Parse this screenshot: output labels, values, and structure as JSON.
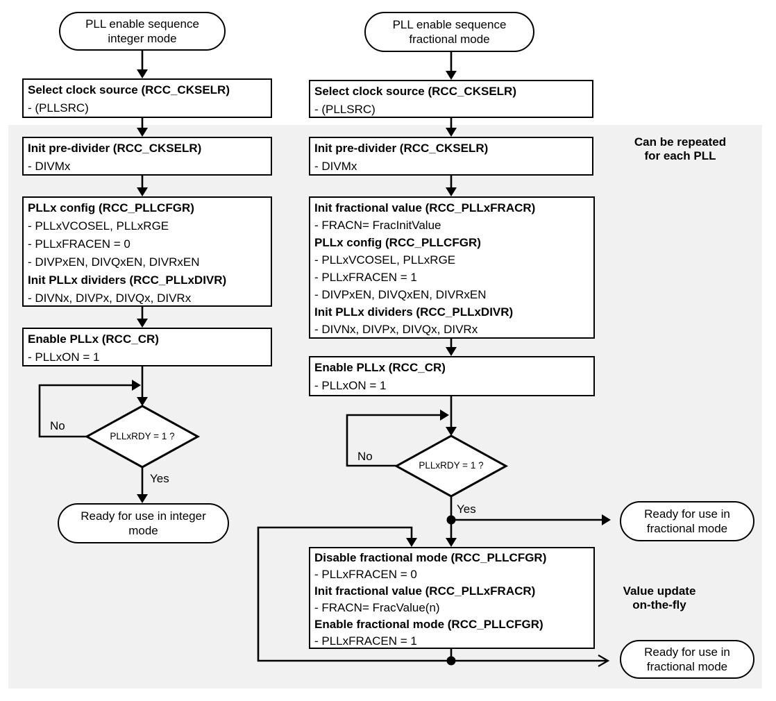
{
  "colors": {
    "region_background": "#f1f1f1",
    "node_background": "#ffffff",
    "line": "#000000"
  },
  "left": {
    "start_oval": {
      "line1": "PLL enable sequence",
      "line2": "integer mode"
    },
    "select_box": {
      "title": "Select clock source (RCC_CKSELR)",
      "item1": "- (PLLSRC)"
    },
    "prediv_box": {
      "title": "Init pre-divider (RCC_CKSELR)",
      "item1": "- DIVMx"
    },
    "config_box": {
      "title1": "PLLx config (RCC_PLLCFGR)",
      "item1": "- PLLxVCOSEL, PLLxRGE",
      "item2": "- PLLxFRACEN = 0",
      "item3": "- DIVPxEN, DIVQxEN, DIVRxEN",
      "title2": "Init PLLx dividers (RCC_PLLxDIVR)",
      "item4": "- DIVNx, DIVPx, DIVQx, DIVRx"
    },
    "enable_box": {
      "title": "Enable PLLx (RCC_CR)",
      "item1": "- PLLxON = 1"
    },
    "decision": {
      "label": "PLLxRDY = 1 ?",
      "no": "No",
      "yes": "Yes"
    },
    "end_oval": {
      "line1": "Ready for use in integer",
      "line2": "mode"
    }
  },
  "right": {
    "start_oval": {
      "line1": "PLL enable sequence",
      "line2": "fractional mode"
    },
    "select_box": {
      "title": "Select clock source (RCC_CKSELR)",
      "item1": "- (PLLSRC)"
    },
    "prediv_box": {
      "title": "Init pre-divider (RCC_CKSELR)",
      "item1": "- DIVMx"
    },
    "init_frac_box": {
      "title1": "Init fractional value (RCC_PLLxFRACR)",
      "item1": "- FRACN= FracInitValue",
      "title2": "PLLx config (RCC_PLLCFGR)",
      "item2": "- PLLxVCOSEL, PLLxRGE",
      "item3": "- PLLxFRACEN = 1",
      "item4": "- DIVPxEN, DIVQxEN, DIVRxEN",
      "title3": "Init PLLx dividers (RCC_PLLxDIVR)",
      "item5": "- DIVNx, DIVPx, DIVQx, DIVRx"
    },
    "enable_box": {
      "title": "Enable PLLx (RCC_CR)",
      "item1": "- PLLxON = 1"
    },
    "decision": {
      "label": "PLLxRDY = 1 ?",
      "no": "No",
      "yes": "Yes"
    },
    "ready_oval_top": {
      "line1": "Ready for use in",
      "line2": "fractional mode"
    },
    "update_box": {
      "title1": "Disable fractional mode (RCC_PLLCFGR)",
      "item1": "- PLLxFRACEN = 0",
      "title2": "Init fractional value (RCC_PLLxFRACR)",
      "item2": "- FRACN= FracValue(n)",
      "title3": "Enable fractional mode (RCC_PLLCFGR)",
      "item3": "- PLLxFRACEN = 1"
    },
    "ready_oval_bottom": {
      "line1": "Ready for use in",
      "line2": "fractional mode"
    }
  },
  "annotations": {
    "repeat_note": {
      "line1": "Can be repeated",
      "line2": "for each PLL"
    },
    "update_note": {
      "line1": "Value update",
      "line2": "on-the-fly"
    }
  }
}
